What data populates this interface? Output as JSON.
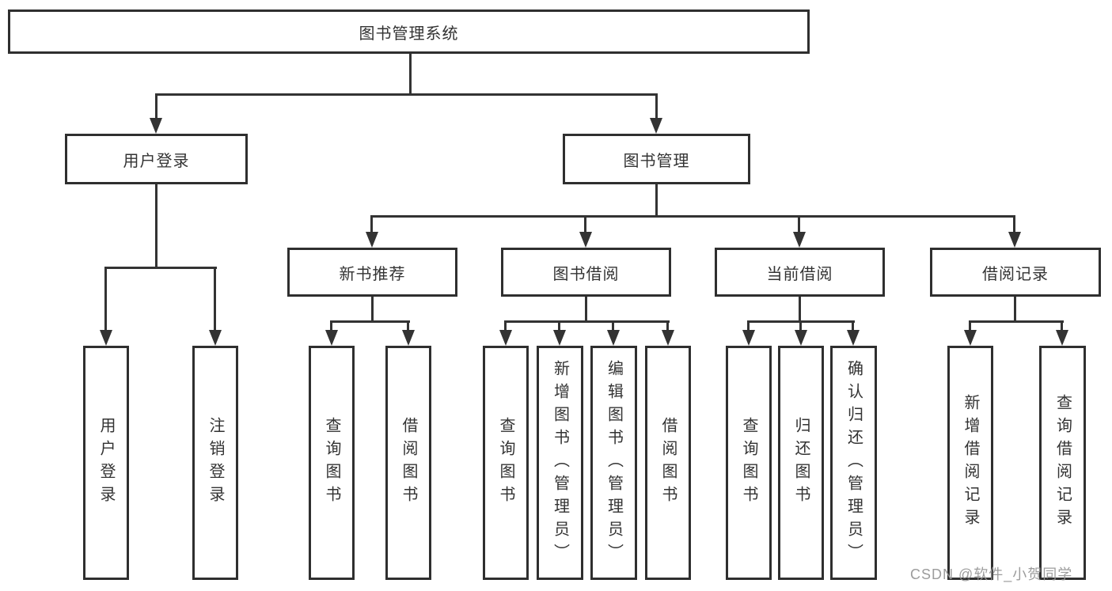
{
  "diagram": {
    "type": "tree",
    "root": "图书管理系统",
    "level2": [
      "用户登录",
      "图书管理"
    ],
    "level3": [
      "新书推荐",
      "图书借阅",
      "当前借阅",
      "借阅记录"
    ],
    "login_leaves": [
      "用户登录",
      "注销登录"
    ],
    "new_leaves": [
      "查询图书",
      "借阅图书"
    ],
    "borrow_leaves": [
      "查询图书",
      "新增图书（管理员）",
      "编辑图书（管理员）",
      "借阅图书"
    ],
    "current_leaves": [
      "查询图书",
      "归还图书",
      "确认归还（管理员）"
    ],
    "record_leaves": [
      "新增借阅记录",
      "查询借阅记录"
    ]
  },
  "colors": {
    "line": "#333333",
    "box_border": "#2f2f2f",
    "box_background": "#ffffff",
    "watermark": "#949494"
  },
  "watermark": {
    "text": "CSDN @软件_小贺同学"
  }
}
